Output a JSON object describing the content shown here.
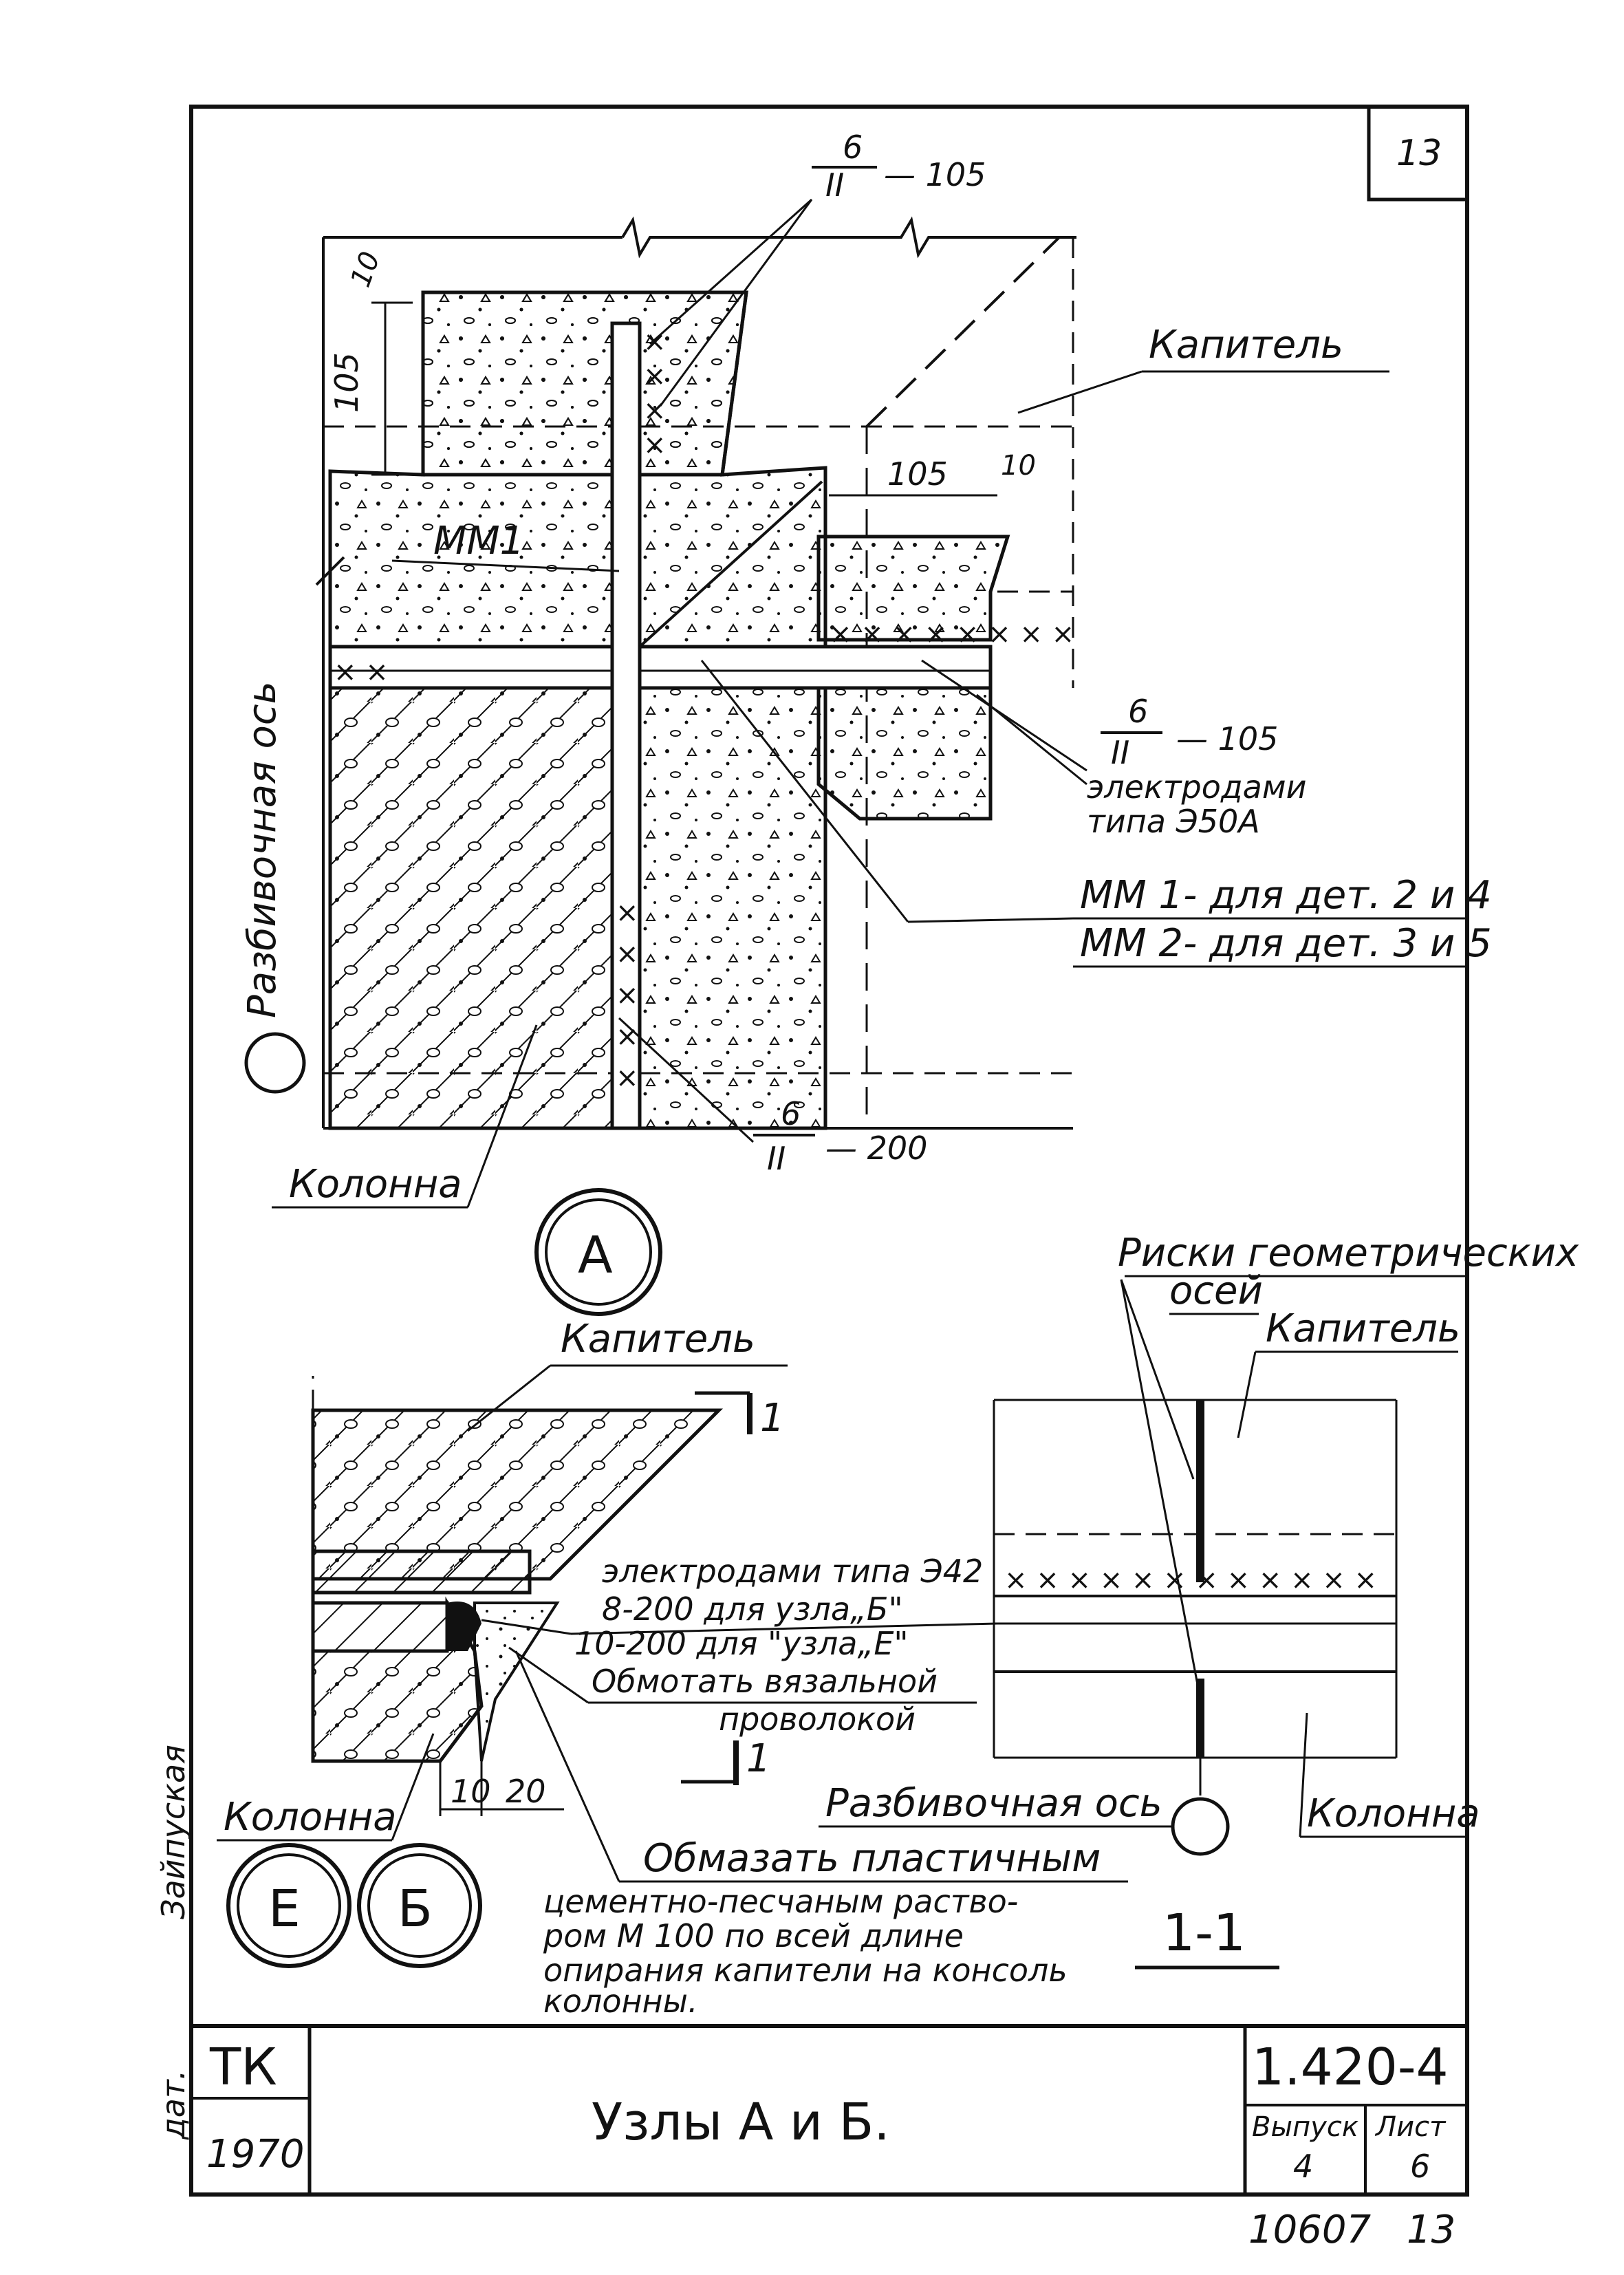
{
  "sheet": {
    "page_number": "13",
    "title": "Узлы А и Б.",
    "series_code": "1.420-4",
    "org": "ТК",
    "year": "1970",
    "issue_label": "Выпуск",
    "issue_value": "4",
    "sheet_label": "Лист",
    "sheet_value": "6",
    "archive_number": "10607",
    "archive_page": "13",
    "side_note": "Зайпуская",
    "side_note2": "дат."
  },
  "node_a": {
    "marker": "А",
    "kapitel_label": "Капитель",
    "column_label": "Колонна",
    "axis_label": "Разбивочная ось",
    "mm1_label": "ММ1",
    "dim_105": "105",
    "dim_10": "10",
    "dim_105b": "105",
    "dim_10b": "10",
    "weld_top": {
      "num": "6",
      "den": "II",
      "len": "105"
    },
    "weld_right": {
      "num": "6",
      "den": "II",
      "len": "105"
    },
    "weld_bottom": {
      "num": "6",
      "den": "II",
      "len": "200"
    },
    "electrodes_line1": "электродами",
    "electrodes_line2": "типа Э50А",
    "mm_note_1": "ММ 1- для дет. 2 и 4",
    "mm_note_2": "ММ 2- для дет. 3 и 5"
  },
  "node_b": {
    "marker_e": "Е",
    "marker_b": "Б",
    "kapitel_label": "Капитель",
    "column_label": "Колонна",
    "section_mark": "1",
    "electrodes_note": "электродами типа Э42",
    "weld_b": "8-200 для узла„Б\"",
    "weld_e": "10-200 для \"узла„Е\"",
    "wrap_line1": "Обмотать вязальной",
    "wrap_line2": "проволокой",
    "dim_10": "10",
    "dim_20": "20",
    "mortar_line1": "Обмазать пластичным",
    "mortar_line2": "цементно-песчаным раство-",
    "mortar_line3": "ром М 100 по всей длине",
    "mortar_line4": "опирания капители на консоль",
    "mortar_line5": "колонны."
  },
  "section_1_1": {
    "title": "1-1",
    "axes_line1": "Риски геометрических",
    "axes_line2": "осей",
    "kapitel_label": "Капитель",
    "column_label": "Колонна",
    "axis_label": "Разбивочная ось"
  }
}
